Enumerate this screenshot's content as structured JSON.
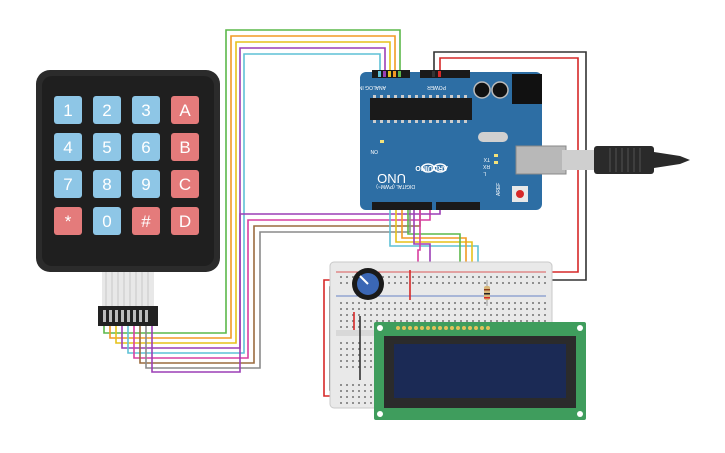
{
  "keypad": {
    "keys": [
      "1",
      "2",
      "3",
      "A",
      "4",
      "5",
      "6",
      "B",
      "7",
      "8",
      "9",
      "C",
      "*",
      "0",
      "#",
      "D"
    ]
  },
  "arduino": {
    "brand": "ARDUINO",
    "model": "UNO",
    "analog_label": "ANALOG IN",
    "power_label": "POWER",
    "digital_label": "DIGITAL (PWM~)",
    "on_label": "ON",
    "tx_label": "TX",
    "rx_label": "RX",
    "l_label": "L",
    "aref_label": "AREF"
  },
  "colors": {
    "board": "#2d6ea4",
    "keypad_body": "#2b2b2b",
    "key_blue": "#8ec6e6",
    "key_red": "#e47b7b",
    "lcd_pcb": "#3f9d5d",
    "lcd_screen": "#1b2a55",
    "wire_red": "#d62828",
    "wire_black": "#333333",
    "wire_green": "#5cb84a",
    "wire_orange": "#f29a24",
    "wire_yellow": "#e6c21b",
    "wire_purple": "#9c3fb5",
    "wire_pink": "#d83fa0",
    "wire_brown": "#9a6b3f",
    "wire_gray": "#8a8a8a",
    "wire_cyan": "#5fc1d6"
  }
}
